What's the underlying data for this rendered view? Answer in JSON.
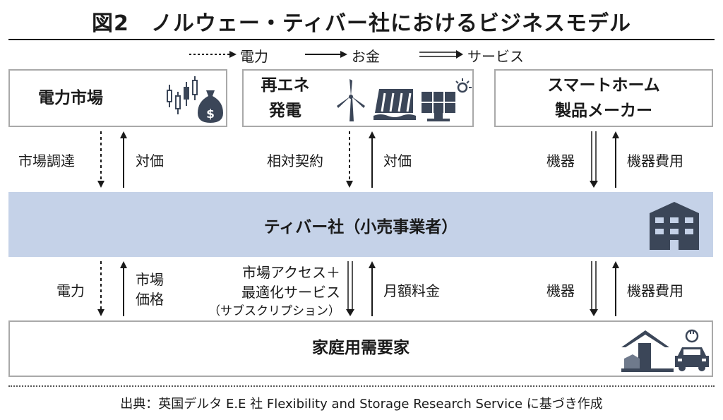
{
  "title": "図2　ノルウェー・ティバー社におけるビジネスモデル",
  "legend": {
    "electricity": "電力",
    "money": "お金",
    "service": "サービス"
  },
  "boxes": {
    "power_market": "電力市場",
    "renewable_line1": "再エネ",
    "renewable_line2": "発電",
    "smarthome_line1": "スマートホーム",
    "smarthome_line2": "製品メーカー",
    "tibber": "ティバー社（小売事業者）",
    "household": "家庭用需要家"
  },
  "flows_top": {
    "market_procure": "市場調達",
    "market_price": "対価",
    "contract": "相対契約",
    "renewable_price": "対価",
    "equipment": "機器",
    "equipment_cost": "機器費用"
  },
  "flows_bottom": {
    "electricity": "電力",
    "market_price_line1": "市場",
    "market_price_line2": "価格",
    "service_line1": "市場アクセス＋",
    "service_line2": "最適化サービス",
    "service_line3": "（サブスクリプション）",
    "monthly_fee": "月額料金",
    "equipment": "機器",
    "equipment_cost": "機器費用"
  },
  "source": "出典：英国デルタ E.E 社 Flexibility and Storage Research Service に基づき作成",
  "colors": {
    "icon": "#3b4658",
    "band": "#c5d2e8",
    "box_border": "#a9a9a9"
  }
}
